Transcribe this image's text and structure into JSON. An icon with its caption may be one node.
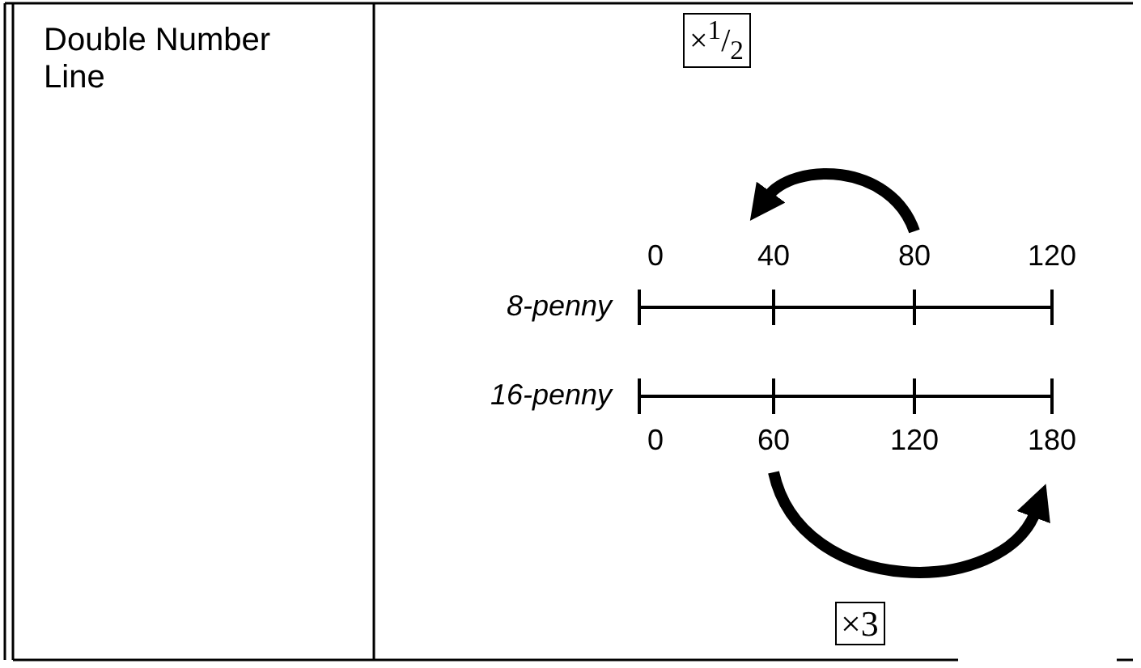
{
  "diagram": {
    "labels": [
      "Double Number Line",
      "×$^{1}$/$_{2}$",
      "0",
      "40",
      "80",
      "120",
      "8-penny",
      "16-penny",
      "0",
      "60",
      "120",
      "180",
      "×3"
    ]
  }
}
